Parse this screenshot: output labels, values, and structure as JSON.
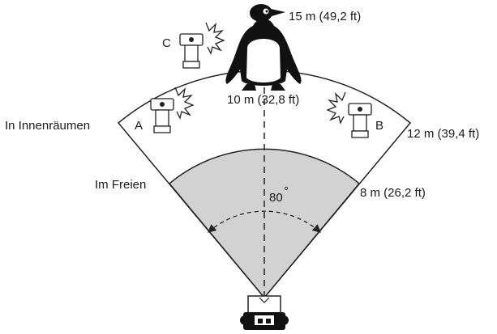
{
  "labels": {
    "indoor": "In Innenräumen",
    "outdoor": "Im Freien",
    "dist_15": "15 m (49,2 ft)",
    "dist_10": "10 m (32,8 ft)",
    "dist_12": "12 m (39,4 ft)",
    "dist_8": "8 m (26,2 ft)",
    "angle": "80",
    "angle_unit": "°",
    "flash_a": "A",
    "flash_b": "B",
    "flash_c": "C"
  },
  "colors": {
    "outer_fill": "#ffffff",
    "inner_fill": "#d2d2d2",
    "stroke": "#222222"
  },
  "icons": [
    "penguin-icon",
    "flash-unit-icon",
    "camera-icon"
  ]
}
